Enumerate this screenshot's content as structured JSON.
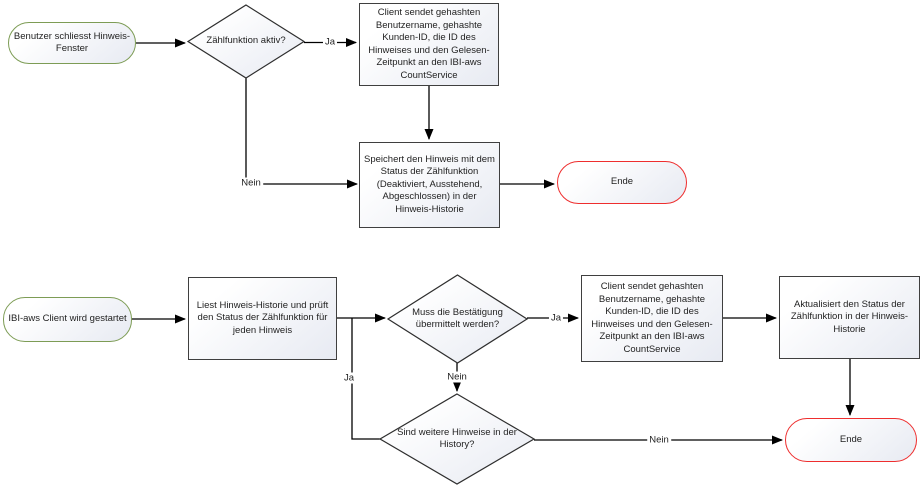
{
  "nodes": {
    "flow1_start": "Benutzer schliesst Hinweis-Fenster",
    "flow1_decision": "Zählfunktion aktiv?",
    "flow1_send": "Client sendet gehashten Benutzername, gehashte Kunden-ID, die ID des Hinweises und den Gelesen-Zeitpunkt an den IBI-aws CountService",
    "flow1_save": "Speichert den Hinweis mit dem Status der Zählfunktion (Deaktiviert, Ausstehend, Abgeschlossen) in der Hinweis-Historie",
    "flow1_end": "Ende",
    "flow2_start": "IBI-aws Client wird gestartet",
    "flow2_read": "Liest Hinweis-Historie und prüft den Status der Zählfunktion für jeden Hinweis",
    "flow2_decision_confirm": "Muss die Bestätigung übermittelt werden?",
    "flow2_send": "Client sendet gehashten Benutzername, gehashte Kunden-ID, die ID des Hinweises und den Gelesen-Zeitpunkt an den IBI-aws CountService",
    "flow2_update": "Aktualisiert den Status der Zählfunktion in der Hinweis-Historie",
    "flow2_decision_more": "Sind weitere Hinweise in der History?",
    "flow2_end": "Ende"
  },
  "labels": {
    "flow1_ja": "Ja",
    "flow1_nein": "Nein",
    "flow2_ja_confirm": "Ja",
    "flow2_nein_confirm": "Nein",
    "flow2_ja_loop": "Ja",
    "flow2_nein_more": "Nein"
  },
  "colors": {
    "start_border": "#7d9c55",
    "end_border": "#ee2e2e",
    "process_border": "#3f3f3f",
    "diamond_border": "#2e2e2e",
    "connector": "#000000",
    "text": "#1f1f1f",
    "fill_top": "#ffffff",
    "fill_bottom": "#e7eaf2"
  }
}
